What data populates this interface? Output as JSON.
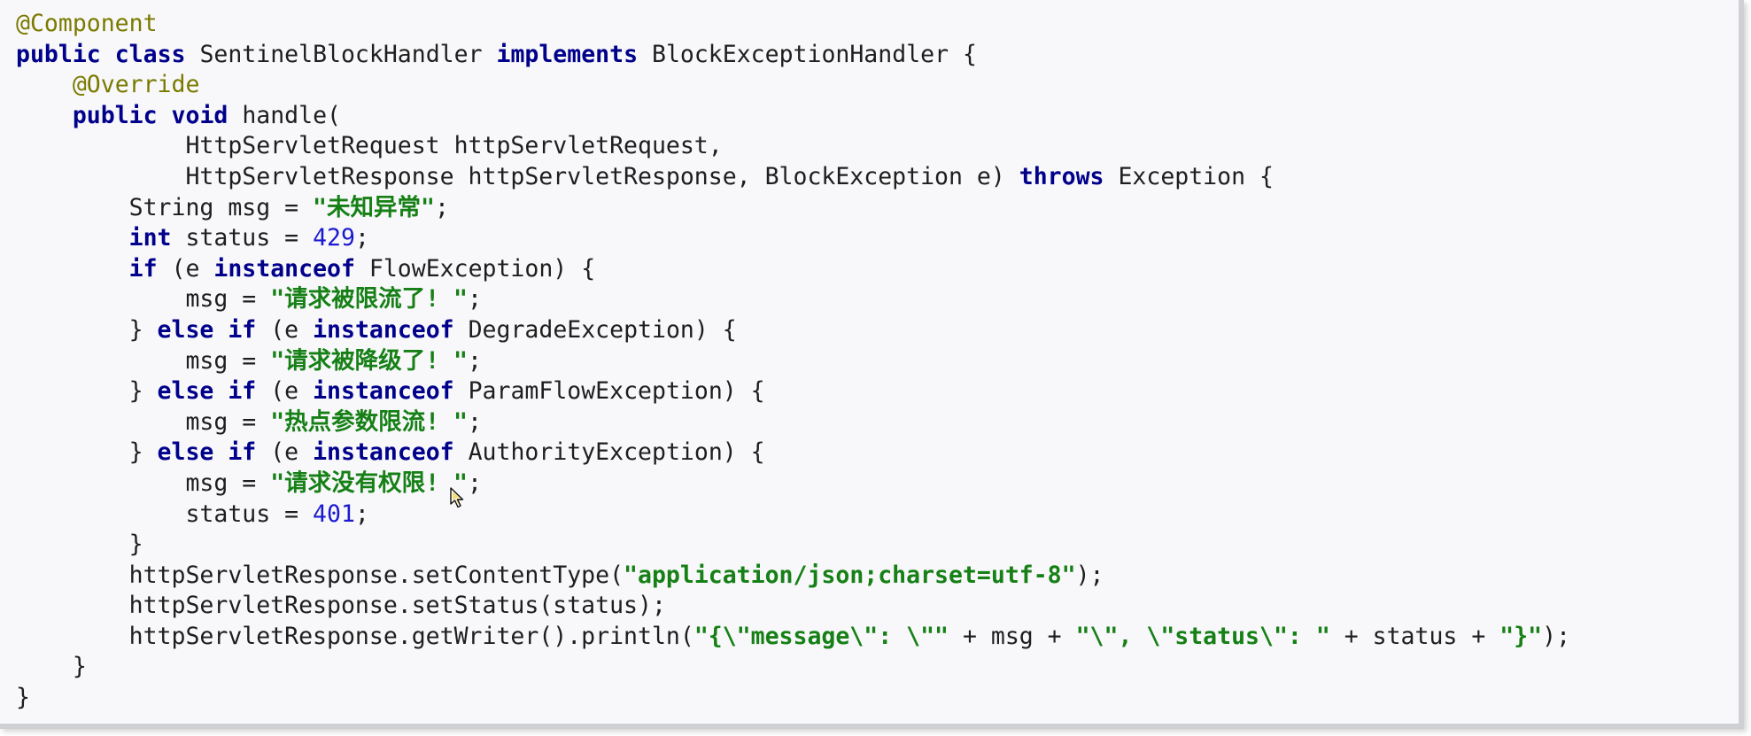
{
  "code": {
    "lines": [
      [
        {
          "t": "@Component",
          "k": "ann"
        }
      ],
      [
        {
          "t": "public",
          "k": "kw"
        },
        {
          "t": " "
        },
        {
          "t": "class",
          "k": "kw"
        },
        {
          "t": " SentinelBlockHandler "
        },
        {
          "t": "implements",
          "k": "kw"
        },
        {
          "t": " BlockExceptionHandler {"
        }
      ],
      [
        {
          "t": "    "
        },
        {
          "t": "@Override",
          "k": "ann"
        }
      ],
      [
        {
          "t": "    "
        },
        {
          "t": "public",
          "k": "kw"
        },
        {
          "t": " "
        },
        {
          "t": "void",
          "k": "kw"
        },
        {
          "t": " handle("
        }
      ],
      [
        {
          "t": "            HttpServletRequest httpServletRequest,"
        }
      ],
      [
        {
          "t": "            HttpServletResponse httpServletResponse, BlockException e) "
        },
        {
          "t": "throws",
          "k": "kw"
        },
        {
          "t": " Exception {"
        }
      ],
      [
        {
          "t": "        String msg = "
        },
        {
          "t": "\"未知异常\"",
          "k": "str"
        },
        {
          "t": ";"
        }
      ],
      [
        {
          "t": "        "
        },
        {
          "t": "int",
          "k": "kw"
        },
        {
          "t": " status = "
        },
        {
          "t": "429",
          "k": "num"
        },
        {
          "t": ";"
        }
      ],
      [
        {
          "t": "        "
        },
        {
          "t": "if",
          "k": "kw"
        },
        {
          "t": " (e "
        },
        {
          "t": "instanceof",
          "k": "kw"
        },
        {
          "t": " FlowException) {"
        }
      ],
      [
        {
          "t": "            msg = "
        },
        {
          "t": "\"请求被限流了! \"",
          "k": "str"
        },
        {
          "t": ";"
        }
      ],
      [
        {
          "t": "        } "
        },
        {
          "t": "else",
          "k": "kw"
        },
        {
          "t": " "
        },
        {
          "t": "if",
          "k": "kw"
        },
        {
          "t": " (e "
        },
        {
          "t": "instanceof",
          "k": "kw"
        },
        {
          "t": " DegradeException) {"
        }
      ],
      [
        {
          "t": "            msg = "
        },
        {
          "t": "\"请求被降级了! \"",
          "k": "str"
        },
        {
          "t": ";"
        }
      ],
      [
        {
          "t": "        } "
        },
        {
          "t": "else",
          "k": "kw"
        },
        {
          "t": " "
        },
        {
          "t": "if",
          "k": "kw"
        },
        {
          "t": " (e "
        },
        {
          "t": "instanceof",
          "k": "kw"
        },
        {
          "t": " ParamFlowException) {"
        }
      ],
      [
        {
          "t": "            msg = "
        },
        {
          "t": "\"热点参数限流! \"",
          "k": "str"
        },
        {
          "t": ";"
        }
      ],
      [
        {
          "t": "        } "
        },
        {
          "t": "else",
          "k": "kw"
        },
        {
          "t": " "
        },
        {
          "t": "if",
          "k": "kw"
        },
        {
          "t": " (e "
        },
        {
          "t": "instanceof",
          "k": "kw"
        },
        {
          "t": " AuthorityException) {"
        }
      ],
      [
        {
          "t": "            msg = "
        },
        {
          "t": "\"请求没有权限! \"",
          "k": "str"
        },
        {
          "t": ";"
        }
      ],
      [
        {
          "t": "            status = "
        },
        {
          "t": "401",
          "k": "num"
        },
        {
          "t": ";"
        }
      ],
      [
        {
          "t": "        }"
        }
      ],
      [
        {
          "t": "        httpServletResponse.setContentType("
        },
        {
          "t": "\"application/json;charset=utf-8\"",
          "k": "str"
        },
        {
          "t": ");"
        }
      ],
      [
        {
          "t": "        httpServletResponse.setStatus(status);"
        }
      ],
      [
        {
          "t": "        httpServletResponse.getWriter().println("
        },
        {
          "t": "\"{\\\"message\\\": \\\"\"",
          "k": "str"
        },
        {
          "t": " + msg + "
        },
        {
          "t": "\"\\\", \\\"status\\\": \"",
          "k": "str"
        },
        {
          "t": " + status + "
        },
        {
          "t": "\"}\"",
          "k": "str"
        },
        {
          "t": ");"
        }
      ],
      [
        {
          "t": "    }"
        }
      ],
      [
        {
          "t": "}"
        }
      ]
    ]
  },
  "colors": {
    "keyword": "#00008b",
    "annotation": "#7a7a00",
    "string": "#168016",
    "number": "#1a1ad0",
    "text": "#1e1e1e",
    "background": "#f8f8fa"
  },
  "icons": {
    "cursor": "mouse-pointer-icon"
  }
}
